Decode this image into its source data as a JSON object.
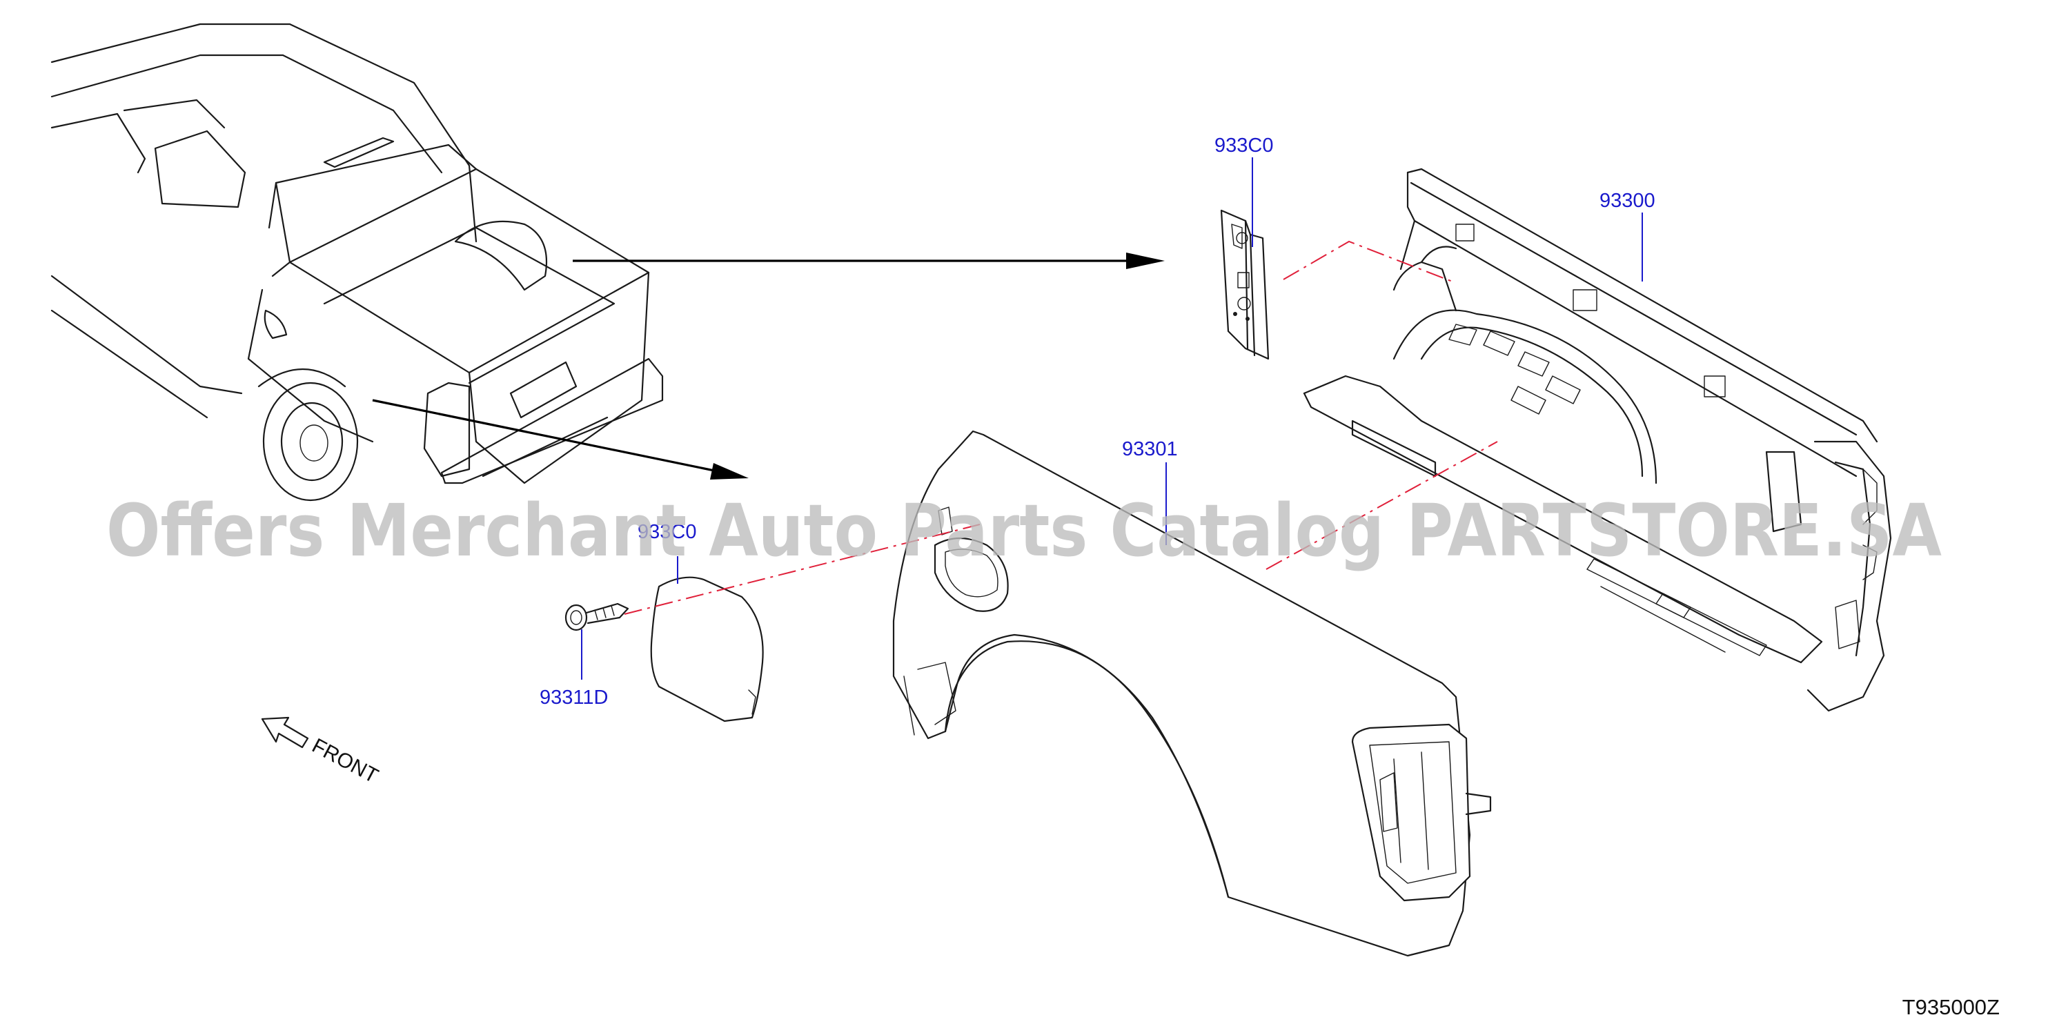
{
  "diagram": {
    "part_labels": {
      "bracket": "933C0",
      "bed_assembly": "93300",
      "fender": "93301",
      "lid": "933C0",
      "screw": "93311D"
    },
    "front_indicator": "FRONT",
    "catalog_code": "T935000Z",
    "watermark": "Offers Merchant Auto Parts Catalog PARTSTORE.SA",
    "colors": {
      "label": "#1a1acc",
      "centerline": "#e0203a",
      "outline": "#1a1a1a",
      "watermark": "#bdbdbd"
    }
  }
}
